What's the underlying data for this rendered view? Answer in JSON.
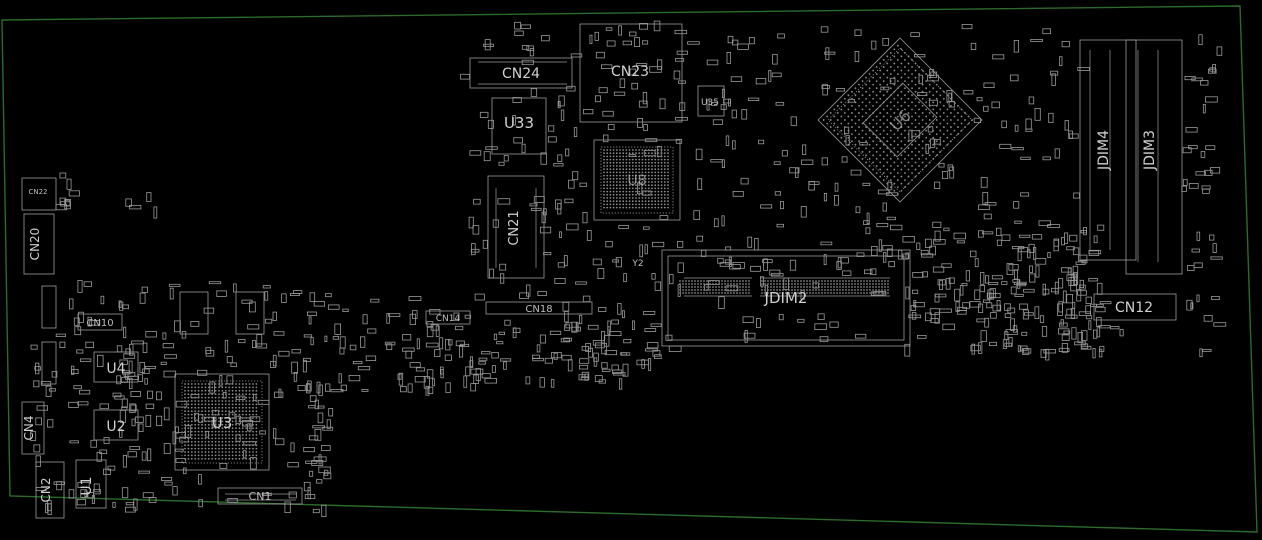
{
  "viewer": {
    "colors": {
      "background": "#000000",
      "outline": "#2b6b2b",
      "silkscreen": "#c8c8c8",
      "pad": "#9a9a9a"
    }
  },
  "components": {
    "cn24": "CN24",
    "cn23": "CN23",
    "u33": "U33",
    "u35": "U35",
    "u6": "U6",
    "u8": "U8",
    "jdim4": "JDIM4",
    "jdim3": "JDIM3",
    "cn22": "CN22",
    "cn20": "CN20",
    "cn21": "CN21",
    "y2": "Y2",
    "jdim2": "JDIM2",
    "cn12": "CN12",
    "cn14": "CN14",
    "cn18": "CN18",
    "cn10": "CN10",
    "u4": "U4",
    "u2": "U2",
    "u3": "U3",
    "cn4": "CN4",
    "cn2": "CN2",
    "u1": "U1",
    "cn1": "CN1"
  }
}
